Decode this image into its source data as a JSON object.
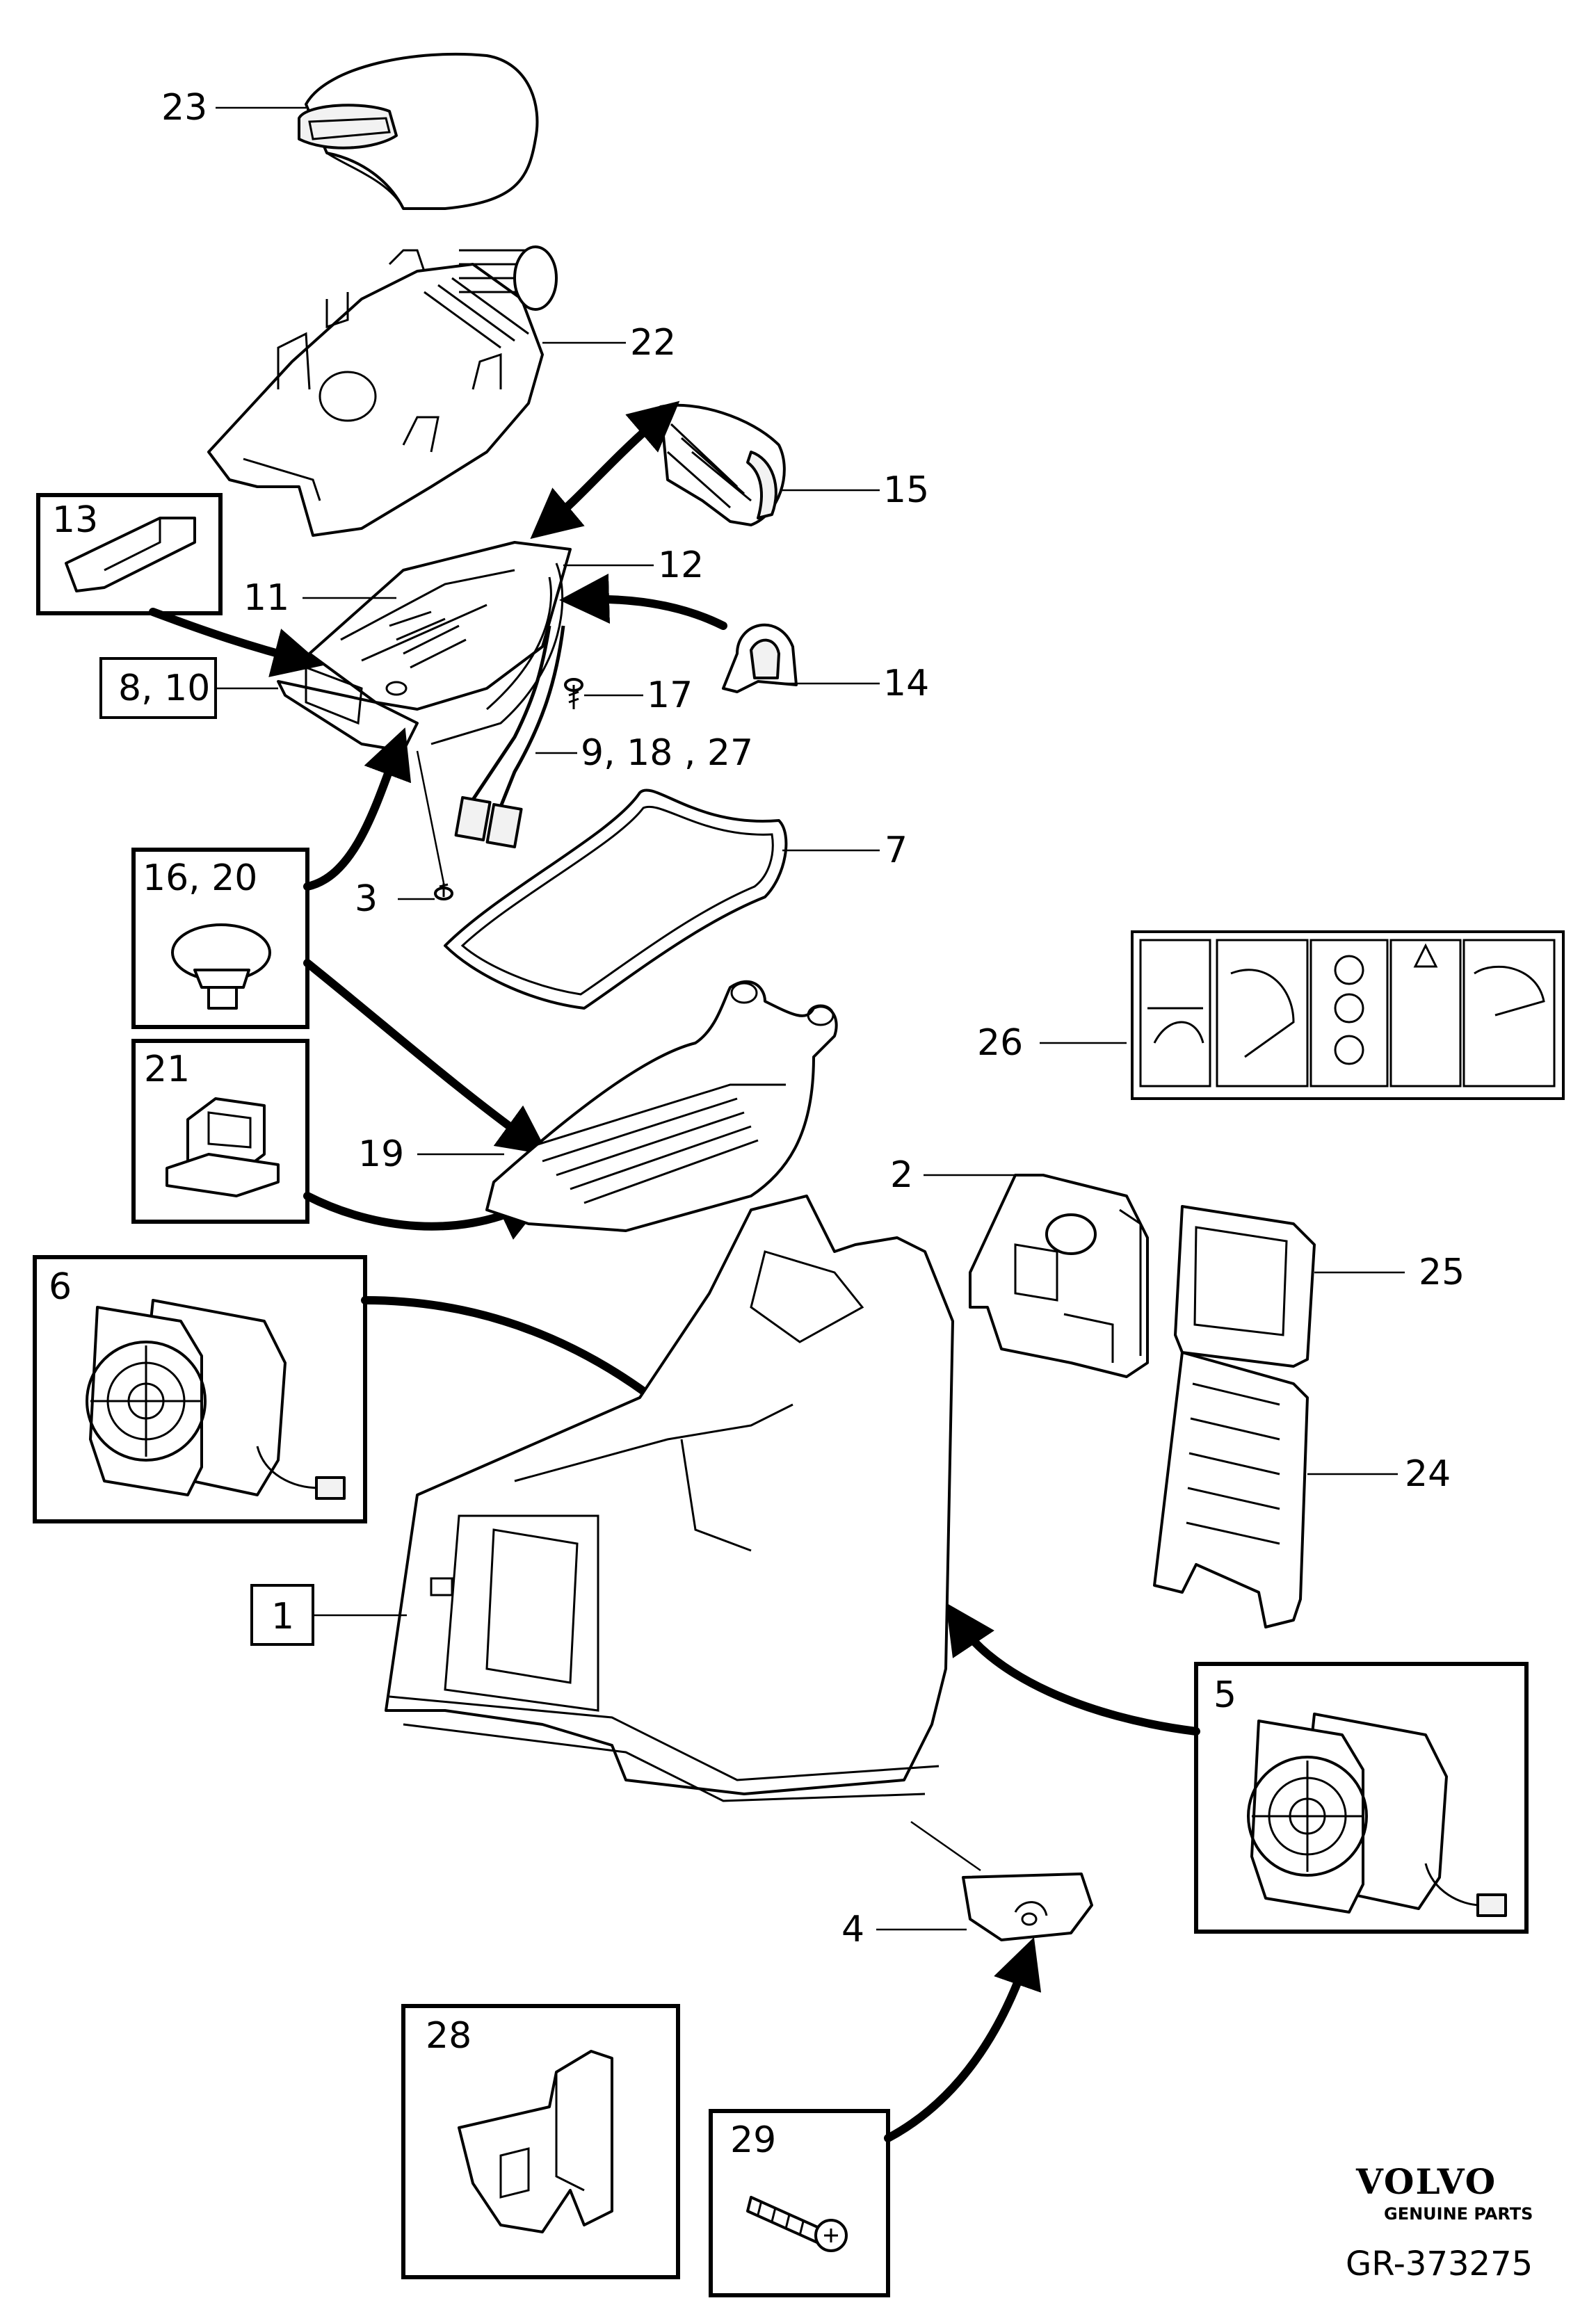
{
  "labels": {
    "p23": "23",
    "p22": "22",
    "p15": "15",
    "p13": "13",
    "p12": "12",
    "p11": "11",
    "p14": "14",
    "p17": "17",
    "p8_10": "8, 10",
    "p9_18_27": "9, 18 , 27",
    "p7": "7",
    "p16_20": "16, 20",
    "p3": "3",
    "p26": "26",
    "p21": "21",
    "p19": "19",
    "p2": "2",
    "p25": "25",
    "p6": "6",
    "p24": "24",
    "p1": "1",
    "p5": "5",
    "p4": "4",
    "p28": "28",
    "p29": "29"
  },
  "brand": {
    "name": "VOLVO",
    "tagline": "GENUINE PARTS",
    "reference": "GR-373275"
  },
  "icons": [
    "armrest-lid-icon",
    "console-frame-icon",
    "fan-icon",
    "clip-icon",
    "screw-icon",
    "warning-label-icon"
  ]
}
